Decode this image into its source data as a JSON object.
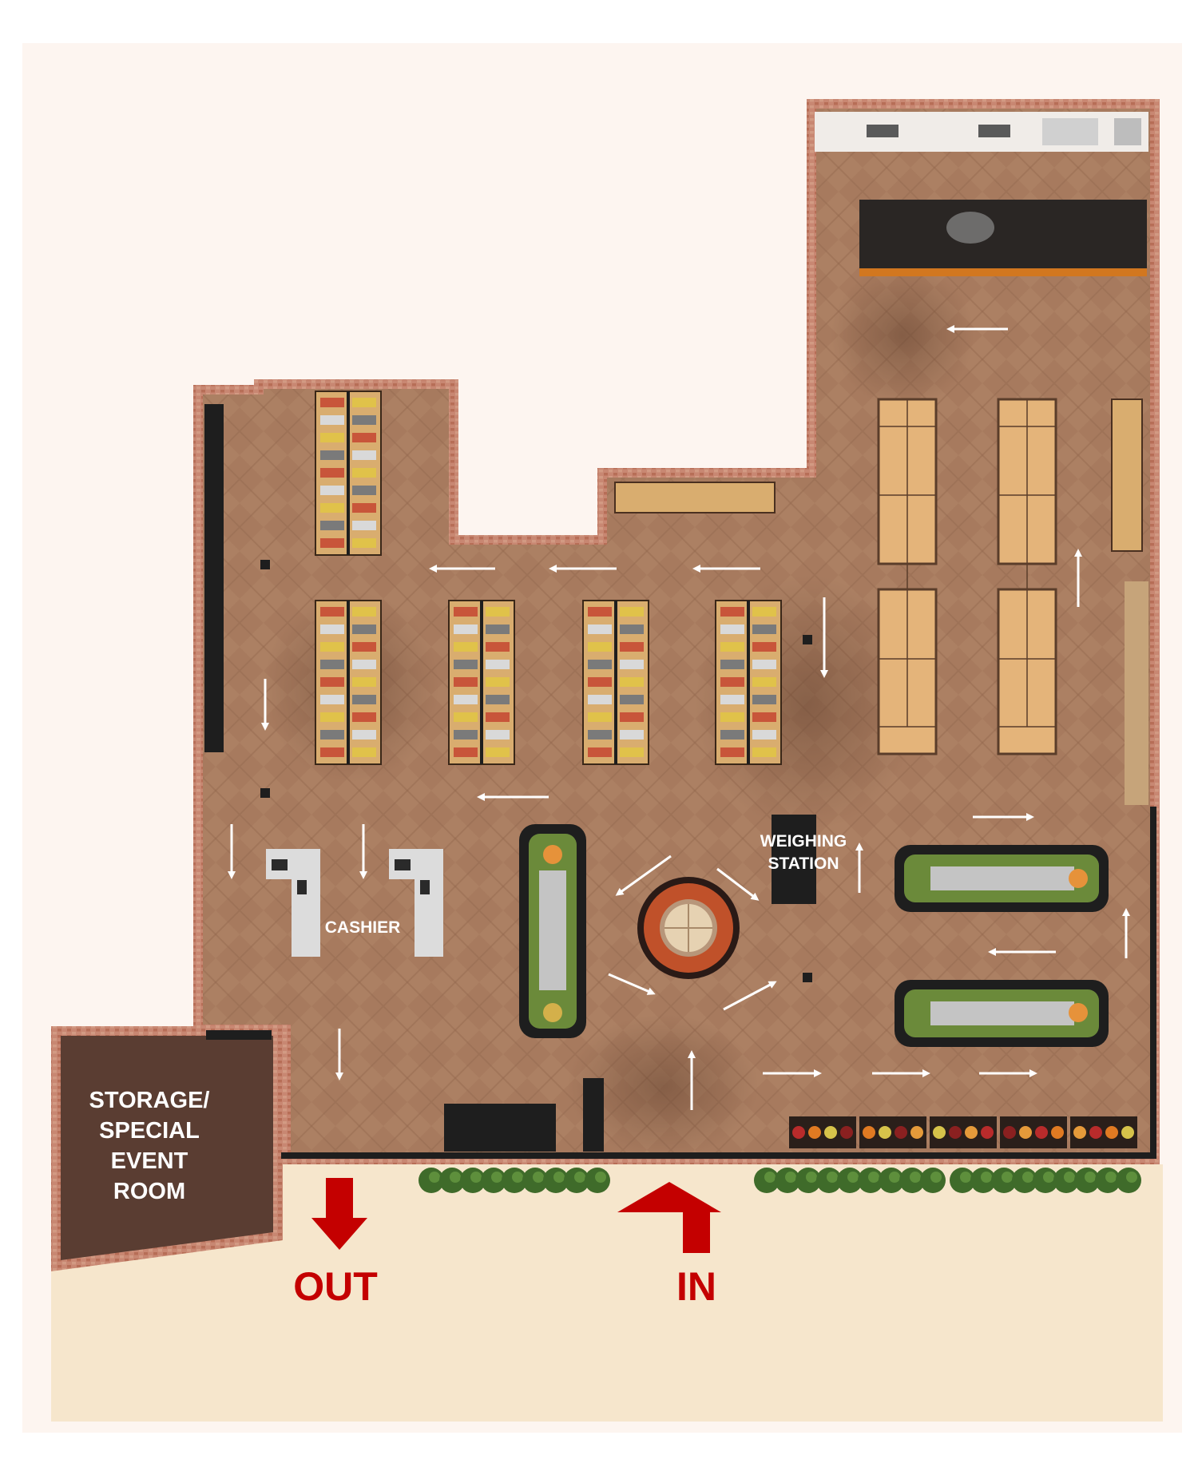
{
  "labels": {
    "storage": [
      "STORAGE/",
      "SPECIAL",
      "EVENT",
      "ROOM"
    ],
    "weighing": [
      "WEIGHING",
      "STATION"
    ],
    "cashier": "CASHIER",
    "out": "OUT",
    "in": "IN"
  },
  "colors": {
    "page_bg": "#fdf5f0",
    "sidewalk": "#f6e6cc",
    "floor": "#a77a5e",
    "floor_dark": "#8f664c",
    "wall_brick": "#c88772",
    "storage_floor": "#5a3d32",
    "entrance_arrow": "#c40000",
    "flow_arrow": "#ffffff",
    "plant": "#3f6b2a",
    "shelf_wood": "#d9ad6f",
    "counter": "#d9d9d9",
    "fixture_black": "#1e1e1e"
  },
  "icons": {
    "in_arrow": "arrow-up-icon",
    "out_arrow": "arrow-down-icon",
    "flow": "arrow-icon",
    "plants": "plant-icon"
  }
}
